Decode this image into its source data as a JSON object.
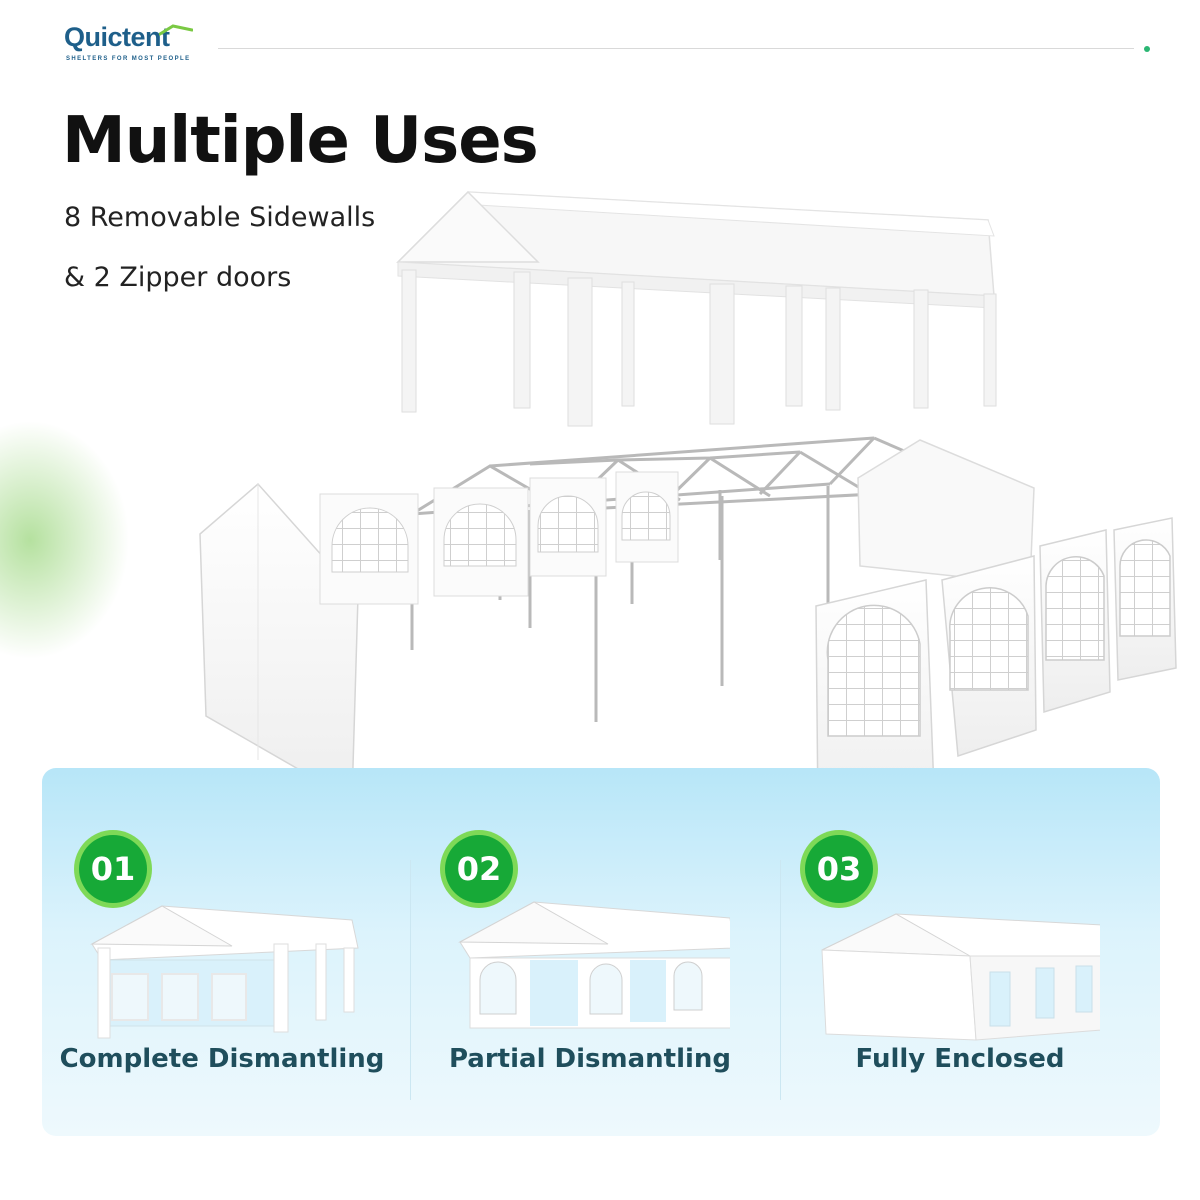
{
  "brand": {
    "name": "Quictent",
    "tagline": "SHELTERS FOR MOST PEOPLE"
  },
  "header": {
    "title": "Multiple Uses",
    "line1": "8 Removable Sidewalls",
    "line2": "& 2 Zipper doors"
  },
  "colors": {
    "brand_blue": "#1e5f8a",
    "badge_green": "#17a937",
    "badge_ring": "#7ed957",
    "label_teal": "#1f4e5c",
    "panel_blue": "#b7e6f8"
  },
  "options": [
    {
      "number": "01",
      "label": "Complete Dismantling"
    },
    {
      "number": "02",
      "label": "Partial Dismantling"
    },
    {
      "number": "03",
      "label": "Fully Enclosed"
    }
  ]
}
